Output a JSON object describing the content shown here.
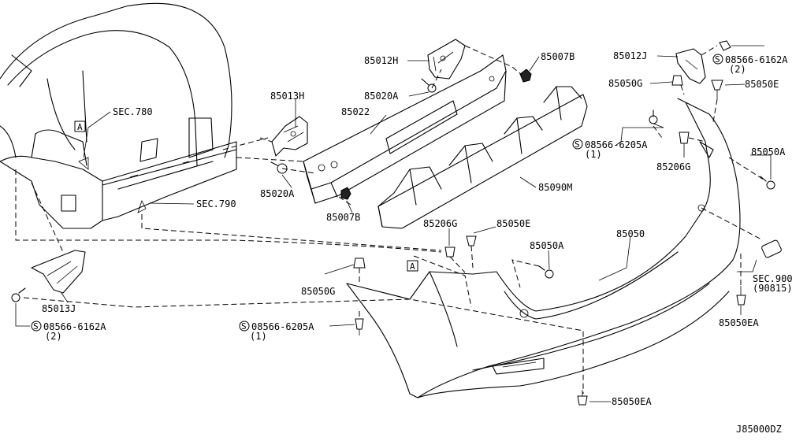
{
  "diagram_id": "J85000DZ",
  "refs": {
    "sec780": "SEC.780",
    "sec790": "SEC.790",
    "sec900": "SEC.900",
    "sec900_sub": "(90815)",
    "marker": "A"
  },
  "parts": {
    "p85012H": "85012H",
    "p85012J": "85012J",
    "p85013H": "85013H",
    "p85013J": "85013J",
    "p85020A_top": "85020A",
    "p85020A_left": "85020A",
    "p85007B_top": "85007B",
    "p85007B_bottom": "85007B",
    "p85022": "85022",
    "p85090M": "85090M",
    "p85050": "85050",
    "p85050G_top": "85050G",
    "p85050G_mid": "85050G",
    "p85050E_top": "85050E",
    "p85050E_mid": "85050E",
    "p85050A_right": "85050A",
    "p85050A_mid": "85050A",
    "p85050EA_right": "85050EA",
    "p85050EA_bottom": "85050EA",
    "p85206G_right": "85206G",
    "p85206G_mid": "85206G"
  },
  "screws": {
    "s1_code": "08566-6162A",
    "s1_qty": "(2)",
    "s2_code": "08566-6205A",
    "s2_qty": "(1)",
    "s3_code": "08566-6162A",
    "s3_qty": "(2)",
    "s4_code": "08566-6205A",
    "s4_qty": "(1)",
    "symbol": "S"
  }
}
